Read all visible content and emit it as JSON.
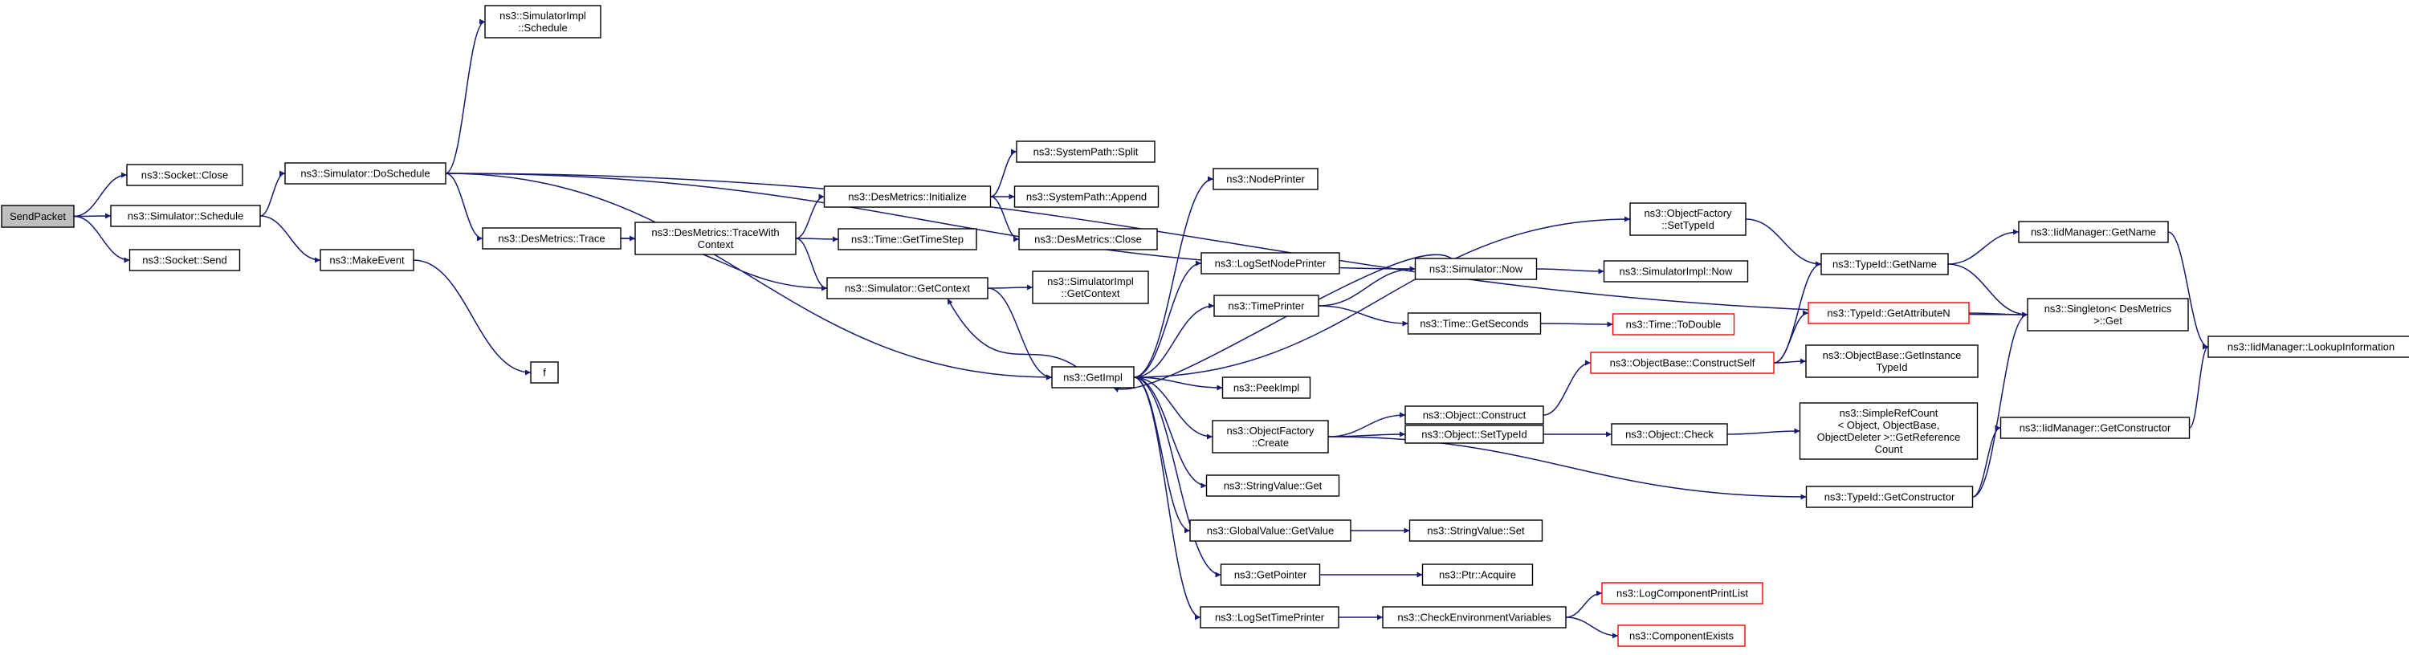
{
  "colors": {
    "edge": "#191970",
    "node_border": "#000000",
    "node_border_missing": "#ff0000",
    "root_fill": "#bfbfbf",
    "node_fill": "#ffffff"
  },
  "nodes": {
    "send_packet": {
      "lines": [
        "SendPacket"
      ],
      "kind": "root"
    },
    "socket_close": {
      "lines": [
        "ns3::Socket::Close"
      ],
      "kind": "normal"
    },
    "simulator_schedule": {
      "lines": [
        "ns3::Simulator::Schedule"
      ],
      "kind": "normal"
    },
    "socket_send": {
      "lines": [
        "ns3::Socket::Send"
      ],
      "kind": "normal"
    },
    "simulator_doschedule": {
      "lines": [
        "ns3::Simulator::DoSchedule"
      ],
      "kind": "normal"
    },
    "make_event": {
      "lines": [
        "ns3::MakeEvent"
      ],
      "kind": "normal"
    },
    "simulatorimpl_schedule": {
      "lines": [
        "ns3::SimulatorImpl",
        "::Schedule"
      ],
      "kind": "normal"
    },
    "desmetrics_trace": {
      "lines": [
        "ns3::DesMetrics::Trace"
      ],
      "kind": "normal"
    },
    "f": {
      "lines": [
        "f"
      ],
      "kind": "normal"
    },
    "desmetrics_tracewithcontext": {
      "lines": [
        "ns3::DesMetrics::TraceWith",
        "Context"
      ],
      "kind": "normal"
    },
    "desmetrics_initialize": {
      "lines": [
        "ns3::DesMetrics::Initialize"
      ],
      "kind": "normal"
    },
    "time_gettimestep": {
      "lines": [
        "ns3::Time::GetTimeStep"
      ],
      "kind": "normal"
    },
    "simulator_getcontext": {
      "lines": [
        "ns3::Simulator::GetContext"
      ],
      "kind": "normal"
    },
    "systempath_split": {
      "lines": [
        "ns3::SystemPath::Split"
      ],
      "kind": "normal"
    },
    "systempath_append": {
      "lines": [
        "ns3::SystemPath::Append"
      ],
      "kind": "normal"
    },
    "desmetrics_close": {
      "lines": [
        "ns3::DesMetrics::Close"
      ],
      "kind": "normal"
    },
    "simulatorimpl_getcontext": {
      "lines": [
        "ns3::SimulatorImpl",
        "::GetContext"
      ],
      "kind": "normal"
    },
    "getimpl": {
      "lines": [
        "ns3::GetImpl"
      ],
      "kind": "normal"
    },
    "nodeprinter": {
      "lines": [
        "ns3::NodePrinter"
      ],
      "kind": "normal"
    },
    "logsetnodeprinter": {
      "lines": [
        "ns3::LogSetNodePrinter"
      ],
      "kind": "normal"
    },
    "timeprinter": {
      "lines": [
        "ns3::TimePrinter"
      ],
      "kind": "normal"
    },
    "peekimpl": {
      "lines": [
        "ns3::PeekImpl"
      ],
      "kind": "normal"
    },
    "objectfactory_create": {
      "lines": [
        "ns3::ObjectFactory",
        "::Create"
      ],
      "kind": "normal"
    },
    "stringvalue_get": {
      "lines": [
        "ns3::StringValue::Get"
      ],
      "kind": "normal"
    },
    "globalvalue_getvalue": {
      "lines": [
        "ns3::GlobalValue::GetValue"
      ],
      "kind": "normal"
    },
    "getpointer": {
      "lines": [
        "ns3::GetPointer"
      ],
      "kind": "normal"
    },
    "logsettimeprinter": {
      "lines": [
        "ns3::LogSetTimePrinter"
      ],
      "kind": "normal"
    },
    "simulator_now": {
      "lines": [
        "ns3::Simulator::Now"
      ],
      "kind": "normal"
    },
    "objectfactory_settypeid": {
      "lines": [
        "ns3::ObjectFactory",
        "::SetTypeId"
      ],
      "kind": "normal"
    },
    "time_getseconds": {
      "lines": [
        "ns3::Time::GetSeconds"
      ],
      "kind": "normal"
    },
    "object_construct": {
      "lines": [
        "ns3::Object::Construct"
      ],
      "kind": "normal"
    },
    "object_settypeid": {
      "lines": [
        "ns3::Object::SetTypeId"
      ],
      "kind": "normal"
    },
    "stringvalue_set": {
      "lines": [
        "ns3::StringValue::Set"
      ],
      "kind": "normal"
    },
    "ptr_acquire": {
      "lines": [
        "ns3::Ptr::Acquire"
      ],
      "kind": "normal"
    },
    "checkenvironmentvariables": {
      "lines": [
        "ns3::CheckEnvironmentVariables"
      ],
      "kind": "normal"
    },
    "simulatorimpl_now": {
      "lines": [
        "ns3::SimulatorImpl::Now"
      ],
      "kind": "normal"
    },
    "time_todouble": {
      "lines": [
        "ns3::Time::ToDouble"
      ],
      "kind": "missing"
    },
    "objectbase_constructself": {
      "lines": [
        "ns3::ObjectBase::ConstructSelf"
      ],
      "kind": "missing"
    },
    "object_check": {
      "lines": [
        "ns3::Object::Check"
      ],
      "kind": "normal"
    },
    "logcomponentprintlist": {
      "lines": [
        "ns3::LogComponentPrintList"
      ],
      "kind": "missing"
    },
    "componentexists": {
      "lines": [
        "ns3::ComponentExists"
      ],
      "kind": "missing"
    },
    "typeid_getname": {
      "lines": [
        "ns3::TypeId::GetName"
      ],
      "kind": "normal"
    },
    "typeid_getattributen": {
      "lines": [
        "ns3::TypeId::GetAttributeN"
      ],
      "kind": "missing"
    },
    "objectbase_getinstancetypeid": {
      "lines": [
        "ns3::ObjectBase::GetInstance",
        "TypeId"
      ],
      "kind": "normal"
    },
    "simplerefcount_getreferencecount": {
      "lines": [
        "ns3::SimpleRefCount",
        "< Object, ObjectBase,",
        "ObjectDeleter >::GetReference",
        "Count"
      ],
      "kind": "normal"
    },
    "typeid_getconstructor": {
      "lines": [
        "ns3::TypeId::GetConstructor"
      ],
      "kind": "normal"
    },
    "iidmanager_getname": {
      "lines": [
        "ns3::IidManager::GetName"
      ],
      "kind": "normal"
    },
    "singleton_desmetrics_get": {
      "lines": [
        "ns3::Singleton< DesMetrics",
        " >::Get"
      ],
      "kind": "normal"
    },
    "iidmanager_getconstructor": {
      "lines": [
        "ns3::IidManager::GetConstructor"
      ],
      "kind": "normal"
    },
    "iidmanager_lookupinformation": {
      "lines": [
        "ns3::IidManager::LookupInformation"
      ],
      "kind": "normal"
    }
  },
  "edges": [
    [
      "send_packet",
      "socket_close"
    ],
    [
      "send_packet",
      "simulator_schedule"
    ],
    [
      "send_packet",
      "socket_send"
    ],
    [
      "simulator_schedule",
      "simulator_doschedule"
    ],
    [
      "simulator_schedule",
      "make_event"
    ],
    [
      "make_event",
      "f"
    ],
    [
      "simulator_doschedule",
      "simulatorimpl_schedule"
    ],
    [
      "simulator_doschedule",
      "desmetrics_trace"
    ],
    [
      "simulator_doschedule",
      "singleton_desmetrics_get"
    ],
    [
      "simulator_doschedule",
      "simulator_now"
    ],
    [
      "simulator_doschedule",
      "getimpl"
    ],
    [
      "desmetrics_trace",
      "desmetrics_tracewithcontext"
    ],
    [
      "desmetrics_trace",
      "simulator_getcontext"
    ],
    [
      "desmetrics_tracewithcontext",
      "desmetrics_initialize"
    ],
    [
      "desmetrics_tracewithcontext",
      "time_gettimestep"
    ],
    [
      "desmetrics_tracewithcontext",
      "simulator_getcontext"
    ],
    [
      "desmetrics_initialize",
      "systempath_split"
    ],
    [
      "desmetrics_initialize",
      "systempath_append"
    ],
    [
      "desmetrics_initialize",
      "desmetrics_close"
    ],
    [
      "simulator_getcontext",
      "simulatorimpl_getcontext"
    ],
    [
      "simulator_getcontext",
      "getimpl"
    ],
    [
      "getimpl",
      "simulator_getcontext"
    ],
    [
      "getimpl",
      "nodeprinter"
    ],
    [
      "getimpl",
      "objectfactory_settypeid"
    ],
    [
      "getimpl",
      "logsetnodeprinter"
    ],
    [
      "getimpl",
      "timeprinter"
    ],
    [
      "getimpl",
      "peekimpl"
    ],
    [
      "getimpl",
      "objectfactory_create"
    ],
    [
      "getimpl",
      "stringvalue_get"
    ],
    [
      "getimpl",
      "globalvalue_getvalue"
    ],
    [
      "getimpl",
      "getpointer"
    ],
    [
      "getimpl",
      "logsettimeprinter"
    ],
    [
      "simulator_now",
      "simulatorimpl_now"
    ],
    [
      "simulator_now",
      "getimpl"
    ],
    [
      "timeprinter",
      "simulator_now"
    ],
    [
      "timeprinter",
      "time_getseconds"
    ],
    [
      "time_getseconds",
      "time_todouble"
    ],
    [
      "objectfactory_settypeid",
      "typeid_getname"
    ],
    [
      "objectfactory_create",
      "object_construct"
    ],
    [
      "objectfactory_create",
      "object_settypeid"
    ],
    [
      "objectfactory_create",
      "typeid_getconstructor"
    ],
    [
      "object_construct",
      "objectbase_constructself"
    ],
    [
      "objectbase_constructself",
      "typeid_getname"
    ],
    [
      "objectbase_constructself",
      "typeid_getattributen"
    ],
    [
      "objectbase_constructself",
      "objectbase_getinstancetypeid"
    ],
    [
      "object_settypeid",
      "object_check"
    ],
    [
      "object_check",
      "simplerefcount_getreferencecount"
    ],
    [
      "globalvalue_getvalue",
      "stringvalue_set"
    ],
    [
      "getpointer",
      "ptr_acquire"
    ],
    [
      "logsettimeprinter",
      "checkenvironmentvariables"
    ],
    [
      "checkenvironmentvariables",
      "logcomponentprintlist"
    ],
    [
      "checkenvironmentvariables",
      "componentexists"
    ],
    [
      "typeid_getname",
      "iidmanager_getname"
    ],
    [
      "typeid_getname",
      "singleton_desmetrics_get"
    ],
    [
      "typeid_getattributen",
      "singleton_desmetrics_get"
    ],
    [
      "typeid_getconstructor",
      "singleton_desmetrics_get"
    ],
    [
      "typeid_getconstructor",
      "iidmanager_getconstructor"
    ],
    [
      "iidmanager_getname",
      "iidmanager_lookupinformation"
    ],
    [
      "iidmanager_getconstructor",
      "iidmanager_lookupinformation"
    ]
  ]
}
